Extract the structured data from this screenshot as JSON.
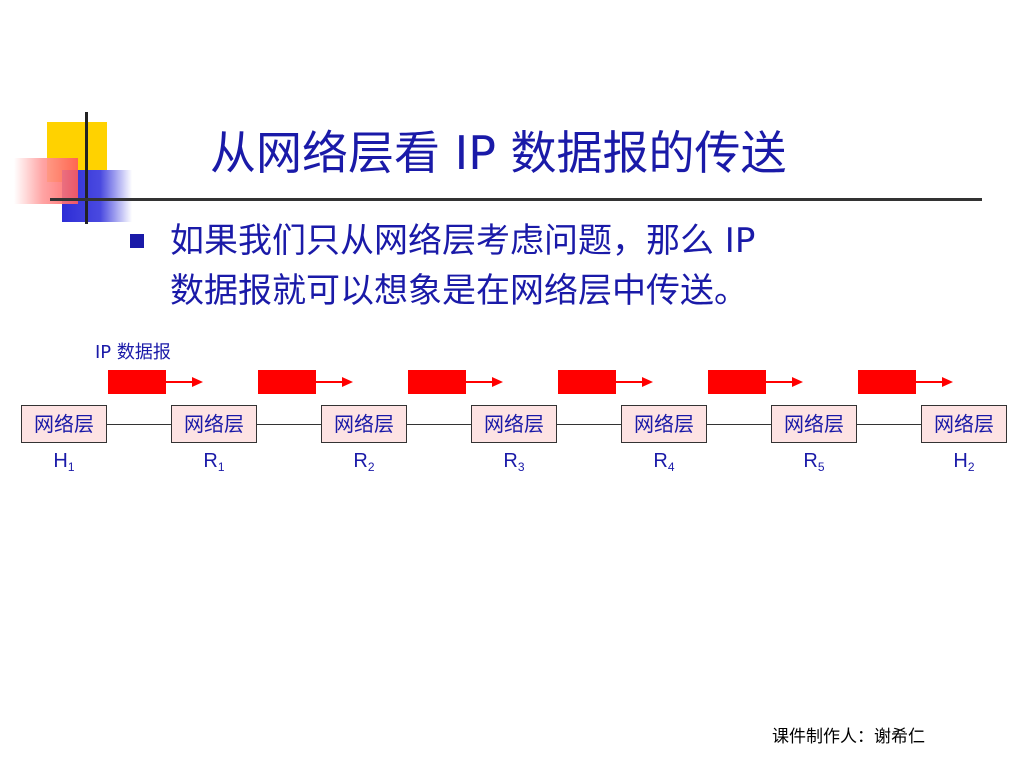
{
  "slide": {
    "title": "从网络层看 IP 数据报的传送",
    "bullet_line1": "如果我们只从网络层考虑问题，那么 IP",
    "bullet_line2": "数据报就可以想象是在网络层中传送。"
  },
  "diagram": {
    "datagram_label": "IP 数据报",
    "layer_label": "网络层",
    "nodes": [
      {
        "name": "H",
        "sub": "1"
      },
      {
        "name": "R",
        "sub": "1"
      },
      {
        "name": "R",
        "sub": "2"
      },
      {
        "name": "R",
        "sub": "3"
      },
      {
        "name": "R",
        "sub": "4"
      },
      {
        "name": "R",
        "sub": "5"
      },
      {
        "name": "H",
        "sub": "2"
      }
    ]
  },
  "footer": "课件制作人：谢希仁",
  "colors": {
    "text": "#1a1aa8",
    "packet": "#ff0000",
    "node_fill": "#fde3e3"
  }
}
